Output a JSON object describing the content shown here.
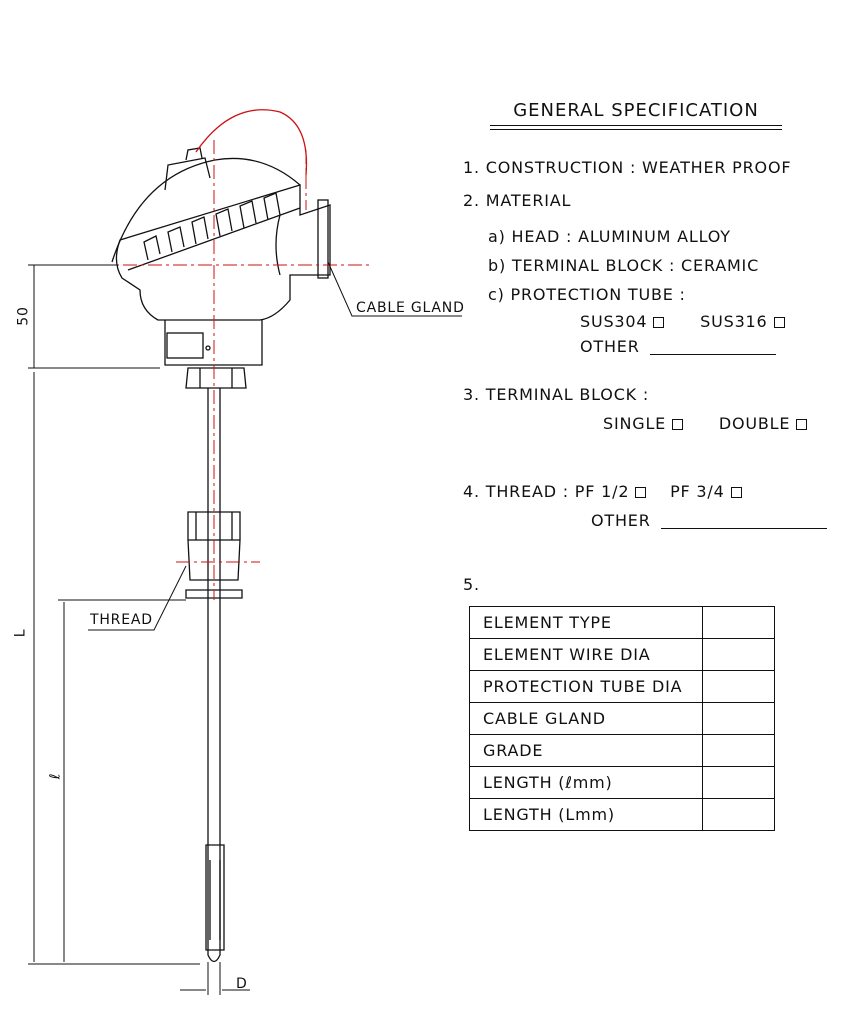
{
  "spec": {
    "title": "GENERAL SPECIFICATION",
    "item1_label": "1. CONSTRUCTION : WEATHER PROOF",
    "item2_label": "2. MATERIAL",
    "item2a": "a) HEAD : ALUMINUM ALLOY",
    "item2b": "b) TERMINAL BLOCK : CERAMIC",
    "item2c": "c) PROTECTION TUBE :",
    "opt_sus304": "SUS304",
    "opt_sus316": "SUS316",
    "opt_other": "OTHER",
    "item3_label": "3. TERMINAL BLOCK :",
    "opt_single": "SINGLE",
    "opt_double": "DOUBLE",
    "item4_label": "4. THREAD : PF 1/2",
    "opt_pf34": "PF 3/4",
    "item5_label": "5.",
    "table_rows": [
      "ELEMENT TYPE",
      "ELEMENT WIRE DIA",
      "PROTECTION TUBE DIA",
      "CABLE GLAND",
      "GRADE",
      "LENGTH (ℓmm)",
      "LENGTH (Lmm)"
    ]
  },
  "drawing": {
    "label_cable_gland": "CABLE GLAND",
    "label_thread": "THREAD",
    "dim_50": "50",
    "dim_L": "L",
    "dim_l": "ℓ",
    "dim_D": "D"
  },
  "colors": {
    "line": "#111111",
    "centerline": "#cc1111"
  }
}
